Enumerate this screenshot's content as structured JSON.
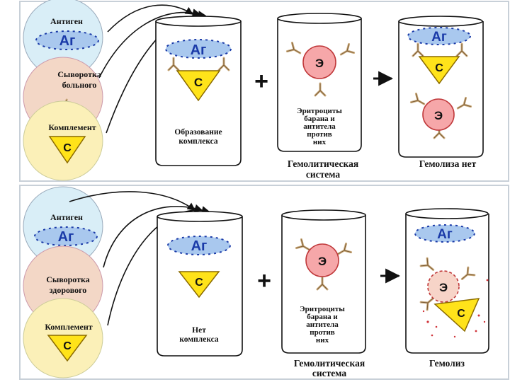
{
  "panels": [
    {
      "circles": {
        "antigen_label": "Антиген",
        "antigen_symbol": "Аг",
        "serum_label": "Сыворотка больного",
        "complement_label": "Комплемент",
        "complement_symbol": "С"
      },
      "tube1": {
        "antigen_symbol": "Аг",
        "complement_symbol": "С",
        "caption": "Образование комплекса"
      },
      "tube2": {
        "erythrocyte_symbol": "Э",
        "caption": "Эритроциты барана и антитела против них"
      },
      "tube3": {
        "antigen_symbol": "Аг",
        "complement_symbol": "С",
        "erythrocyte_symbol": "Э"
      },
      "plus": "+",
      "arrow": "→",
      "caption_system": "Гемолитическая система",
      "caption_result": "Гемолиза нет"
    },
    {
      "circles": {
        "antigen_label": "Антиген",
        "antigen_symbol": "Аг",
        "serum_label": "Сыворотка здорового",
        "complement_label": "Комплемент",
        "complement_symbol": "С"
      },
      "tube1": {
        "antigen_symbol": "Аг",
        "complement_symbol": "С",
        "caption": "Нет комплекса"
      },
      "tube2": {
        "erythrocyte_symbol": "Э",
        "caption": "Эритроциты барана и антитела против них"
      },
      "tube3": {
        "antigen_symbol": "Аг",
        "complement_symbol": "С",
        "erythrocyte_symbol": "Э"
      },
      "plus": "+",
      "arrow": "→",
      "caption_system": "Гемолитическая система",
      "caption_result": "Гемолиз"
    }
  ]
}
